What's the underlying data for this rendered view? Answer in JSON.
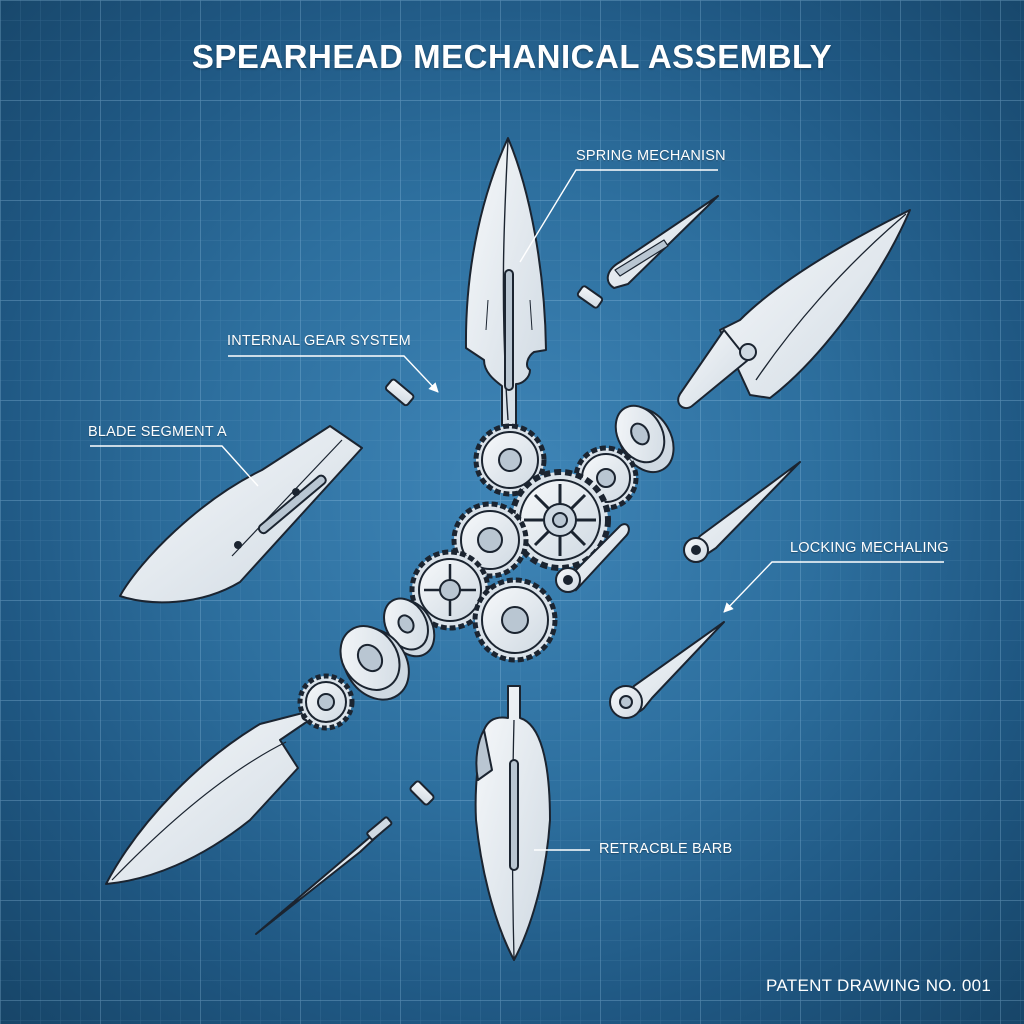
{
  "title": "SPEARHEAD MECHANICAL ASSEMBLY",
  "callouts": {
    "spring": "SPRING MECHANISN",
    "gear": "INTERNAL GEAR SYSTEM",
    "blade": "BLADE SEGMENT A",
    "locking": "LOCKING MECHALING",
    "barb": "RETRACBLE BARB"
  },
  "footer": "PATENT DRAWING NO. 001",
  "colors": {
    "background": "#2d6f9e",
    "grid": "#8fc0e3",
    "part_fill": "#e9eef3",
    "part_shade": "#b9c6d2",
    "outline": "#1b2430",
    "text": "#ffffff"
  }
}
